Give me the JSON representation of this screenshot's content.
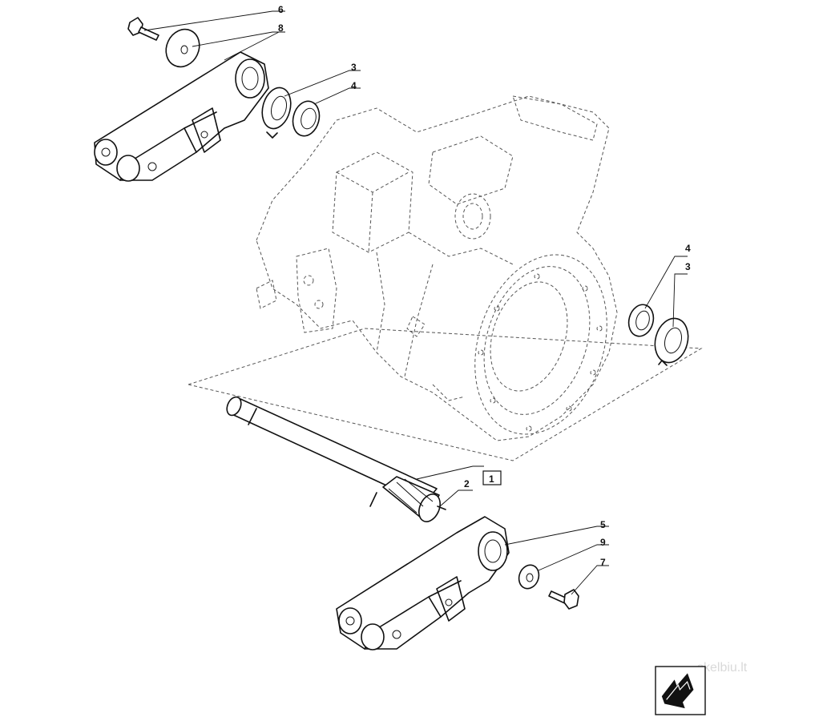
{
  "callouts": {
    "c6_top": "6",
    "c8": "8",
    "c3_top": "3",
    "c4_top": "4",
    "c4_right": "4",
    "c3_right": "3",
    "c1": "1",
    "c2": "2",
    "c5": "5",
    "c9": "9",
    "c7": "7"
  },
  "watermark": "skelbiu.lt",
  "icons": {
    "nav": "next-page-arrow-icon"
  }
}
